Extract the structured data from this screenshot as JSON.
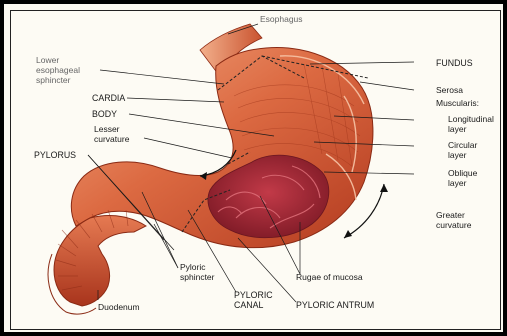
{
  "diagram": {
    "labels": {
      "esophagus": "Esophagus",
      "lower_sphincter": [
        "Lower",
        "esophageal",
        "sphincter"
      ],
      "cardia": "CARDIA",
      "body": "BODY",
      "lesser_curvature": [
        "Lesser",
        "curvature"
      ],
      "pylorus": "PYLORUS",
      "fundus": "FUNDUS",
      "serosa": "Serosa",
      "muscularis": "Muscularis:",
      "longitudinal": [
        "Longitudinal",
        "layer"
      ],
      "circular": [
        "Circular",
        "layer"
      ],
      "oblique": [
        "Oblique",
        "layer"
      ],
      "greater_curvature": [
        "Greater",
        "curvature"
      ],
      "pyloric_sphincter": [
        "Pyloric",
        "sphincter"
      ],
      "pyloric_canal": [
        "PYLORIC",
        "CANAL"
      ],
      "rugae": "Rugae of mucosa",
      "pyloric_antrum": "PYLORIC ANTRUM",
      "duodenum": "Duodenum"
    },
    "colors": {
      "muscle_dark": "#b83a1e",
      "muscle_mid": "#d9603a",
      "muscle_light": "#ee9a72",
      "mucosa": "#a8283a",
      "background": "#fdfbf4"
    }
  }
}
